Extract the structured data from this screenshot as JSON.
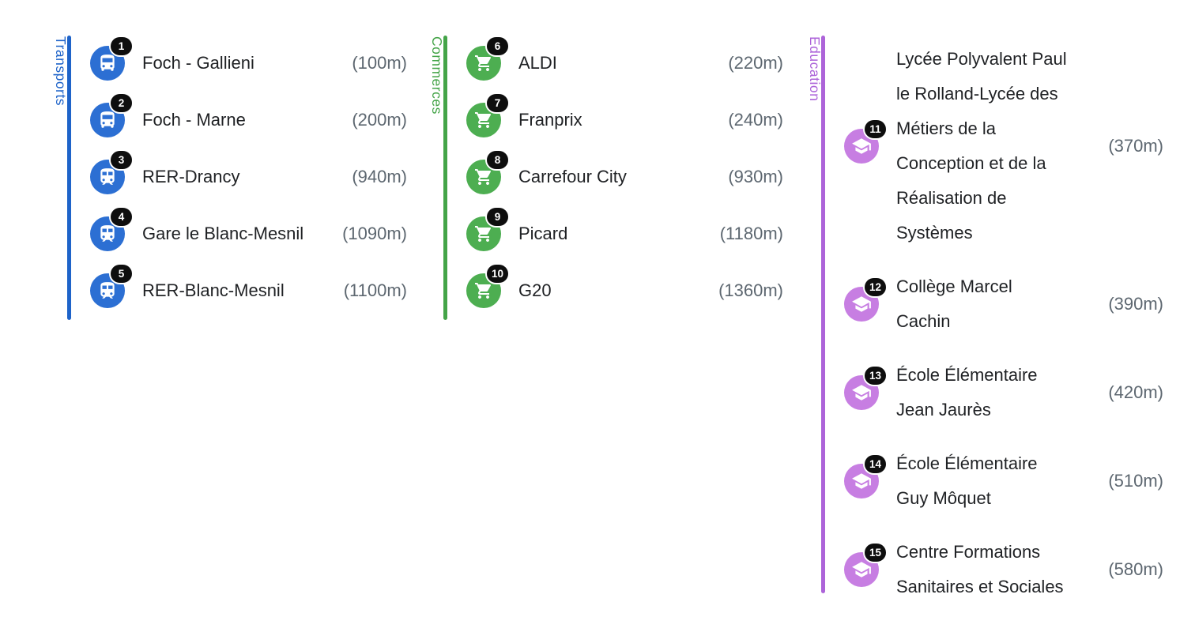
{
  "colors": {
    "transports_accent": "#1e63c9",
    "transports_icon_bg": "#2c6fd3",
    "commerces_accent": "#44a448",
    "commerces_icon_bg": "#4dae51",
    "education_accent": "#ad64d9",
    "education_icon_bg": "#c77ee2",
    "badge_bg": "#0e0e0e",
    "name_text": "#1f2124",
    "distance_text": "#5d6770"
  },
  "columns": [
    {
      "label": "Transports",
      "items": [
        {
          "badge": "1",
          "icon": "bus-icon",
          "name": "Foch - Gallieni",
          "distance": "(100m)"
        },
        {
          "badge": "2",
          "icon": "bus-icon",
          "name": "Foch - Marne",
          "distance": "(200m)"
        },
        {
          "badge": "3",
          "icon": "train-icon",
          "name": "RER-Drancy",
          "distance": "(940m)"
        },
        {
          "badge": "4",
          "icon": "train-icon",
          "name": "Gare le Blanc-Mesnil",
          "distance": "(1090m)"
        },
        {
          "badge": "5",
          "icon": "train-icon",
          "name": "RER-Blanc-Mesnil",
          "distance": "(1100m)"
        }
      ]
    },
    {
      "label": "Commerces",
      "items": [
        {
          "badge": "6",
          "icon": "shopping-cart-icon",
          "name": "ALDI",
          "distance": "(220m)"
        },
        {
          "badge": "7",
          "icon": "shopping-cart-icon",
          "name": "Franprix",
          "distance": "(240m)"
        },
        {
          "badge": "8",
          "icon": "shopping-cart-icon",
          "name": "Carrefour City",
          "distance": "(930m)"
        },
        {
          "badge": "9",
          "icon": "shopping-cart-icon",
          "name": "Picard",
          "distance": "(1180m)"
        },
        {
          "badge": "10",
          "icon": "shopping-cart-icon",
          "name": "G20",
          "distance": "(1360m)"
        }
      ]
    },
    {
      "label": "Education",
      "items": [
        {
          "badge": "11",
          "icon": "graduation-cap-icon",
          "name": "Lycée Polyvalent Paul\nle Rolland-Lycée des\nMétiers de la\nConception et de la\nRéalisation de\nSystèmes",
          "distance": "(370m)"
        },
        {
          "badge": "12",
          "icon": "graduation-cap-icon",
          "name": "Collège Marcel\nCachin",
          "distance": "(390m)"
        },
        {
          "badge": "13",
          "icon": "graduation-cap-icon",
          "name": "École Élémentaire\nJean Jaurès",
          "distance": "(420m)"
        },
        {
          "badge": "14",
          "icon": "graduation-cap-icon",
          "name": "École Élémentaire\nGuy Môquet",
          "distance": "(510m)"
        },
        {
          "badge": "15",
          "icon": "graduation-cap-icon",
          "name": "Centre Formations\nSanitaires et Sociales",
          "distance": "(580m)"
        }
      ]
    }
  ]
}
